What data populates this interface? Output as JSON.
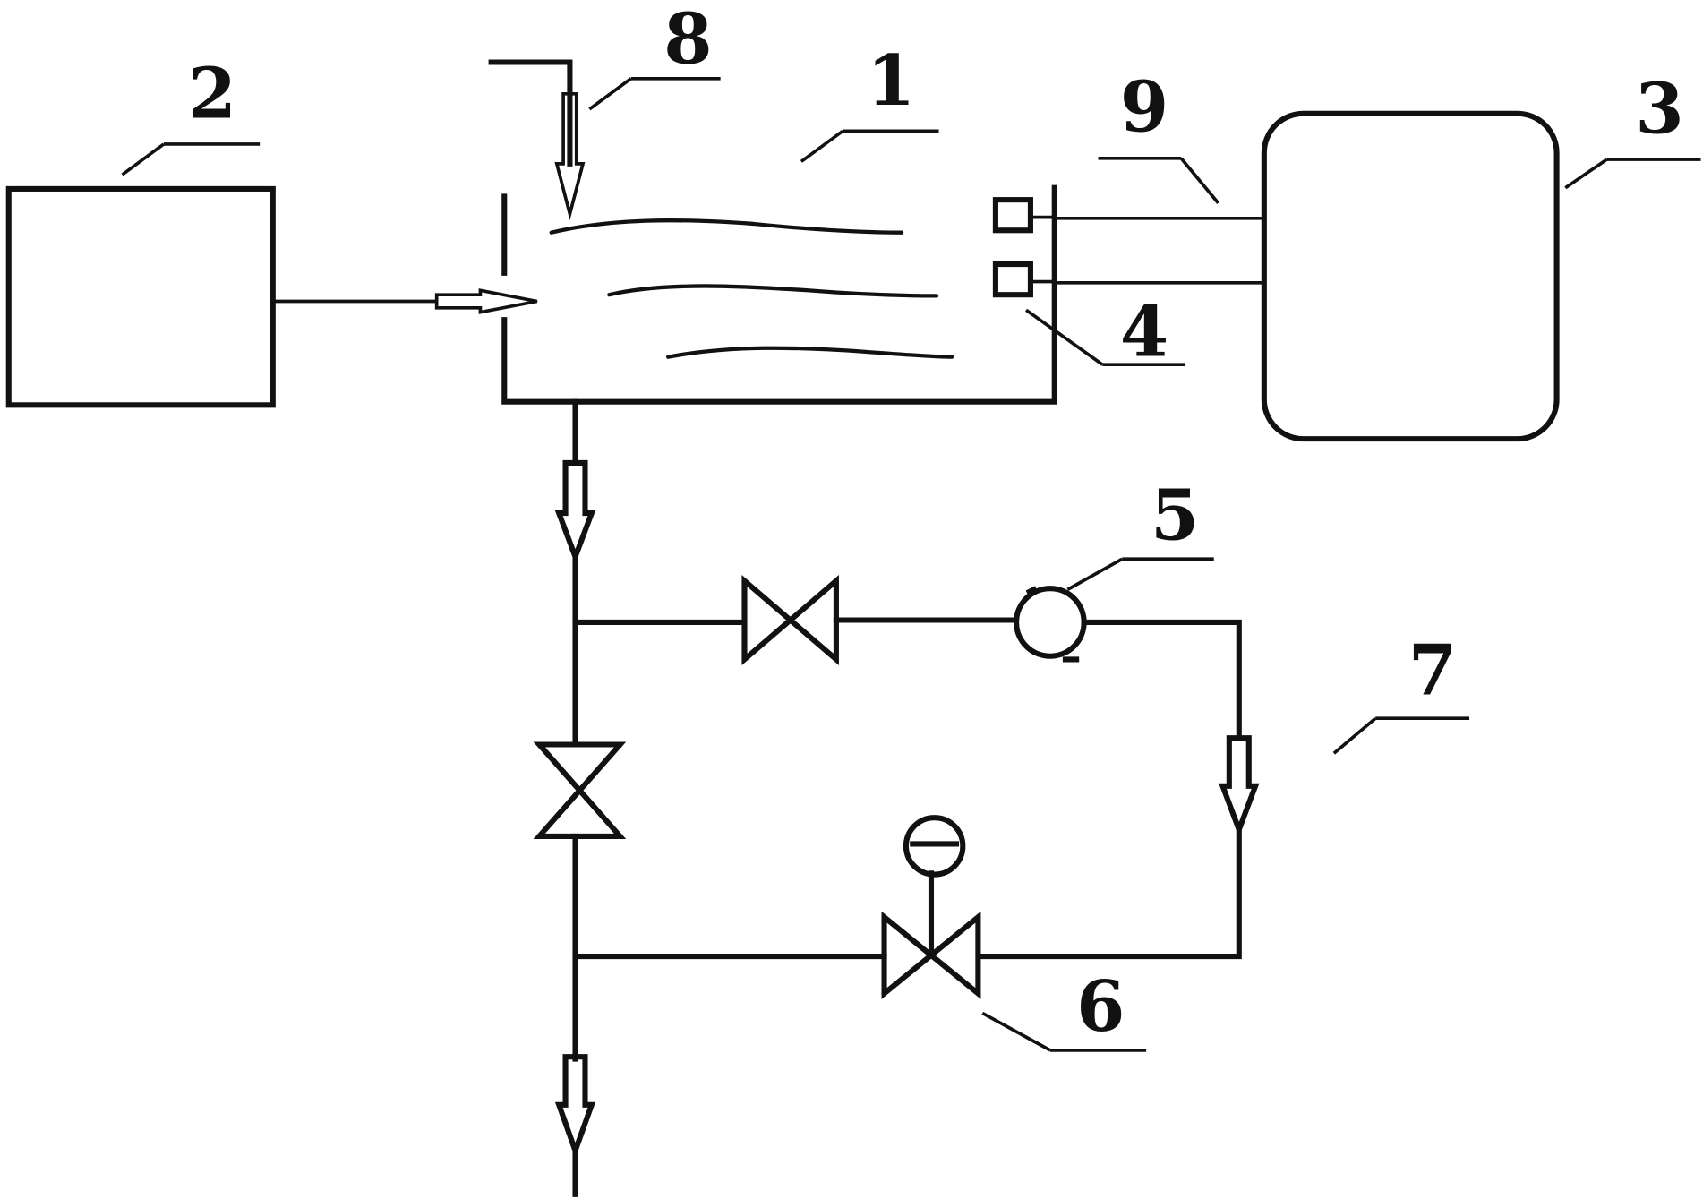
{
  "labels": {
    "tank": "1",
    "left_unit": "2",
    "right_unit": "3",
    "sensor": "4",
    "pump": "5",
    "control_valve": "6",
    "circuit": "7",
    "inlet": "8",
    "connection": "9"
  }
}
